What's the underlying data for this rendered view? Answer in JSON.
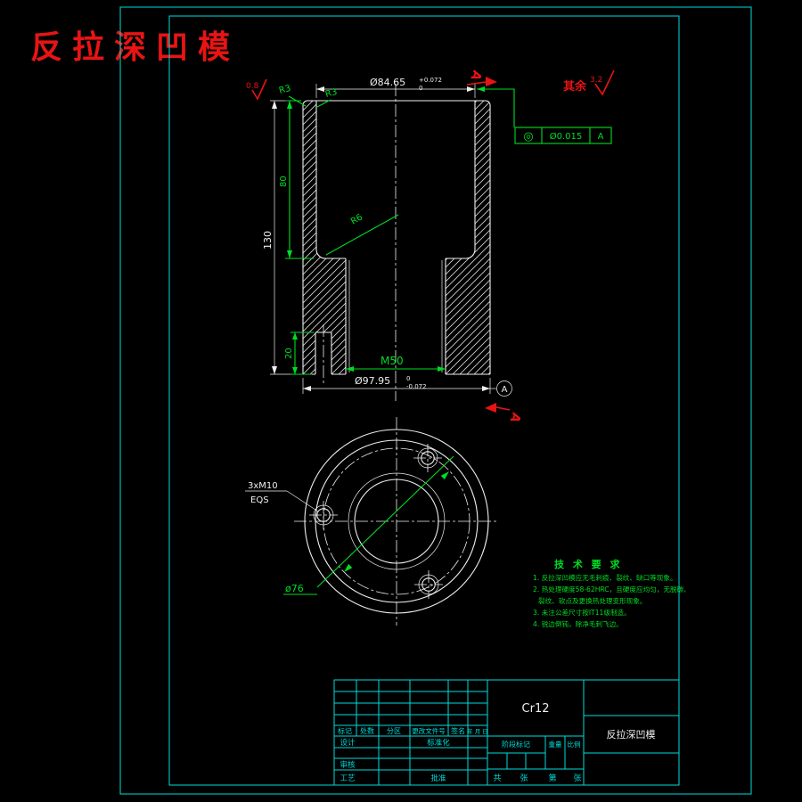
{
  "drawing_title": "反拉深凹模",
  "roughness_note": {
    "prefix": "其余",
    "value": "3.2"
  },
  "local_roughness": "0.8",
  "section_view": {
    "dim_cavity_dia": "Ø84.65",
    "dim_cavity_tol_up": "+0.072",
    "dim_cavity_tol_dn": "0",
    "dim_od": "Ø97.95",
    "dim_od_tol_up": "0",
    "dim_od_tol_dn": "-0.072",
    "dim_depth": "80",
    "dim_total_height": "130",
    "dim_m10_depth": "20",
    "thread_callout": "M50",
    "fillet_top_left": "R3",
    "fillet_top_right": "R3",
    "fillet_cavity": "R6",
    "datum_label": "A",
    "section_arrow_top": "A",
    "section_arrow_bottom": "A",
    "gdt": {
      "symbol": "◎",
      "tolerance": "Ø0.015",
      "datum": "A"
    }
  },
  "bottom_view": {
    "holes_count": "3xM10",
    "holes_note": "EQS",
    "bolt_circle_dia": "ø76"
  },
  "tech_requirements": {
    "title": "技 术 要 求",
    "lines": [
      "1. 反拉深凹模应无毛刺痕、裂纹、缺口等现象。",
      "2. 热处理硬度58-62HRC，且硬度应均匀，无脱碳、",
      "裂纹、软点及更换热处理变形现象。",
      "3. 未注公差尺寸按IT11级制造。",
      "4. 锐边倒钝，除净毛刺飞边。"
    ]
  },
  "title_block": {
    "material": "Cr12",
    "part_name": "反拉深凹模",
    "headers": [
      "标记",
      "处数",
      "分区",
      "更改文件号",
      "签名",
      "年 月 日"
    ],
    "design": "设计",
    "standardize": "标准化",
    "review": "审核",
    "process": "工艺",
    "approve": "批准",
    "stage_mark": "阶段标记",
    "weight": "重量",
    "scale": "比例",
    "sheet_total_prefix": "共",
    "sheet_total_suffix": "张",
    "sheet_no_prefix": "第",
    "sheet_no_suffix": "张"
  }
}
